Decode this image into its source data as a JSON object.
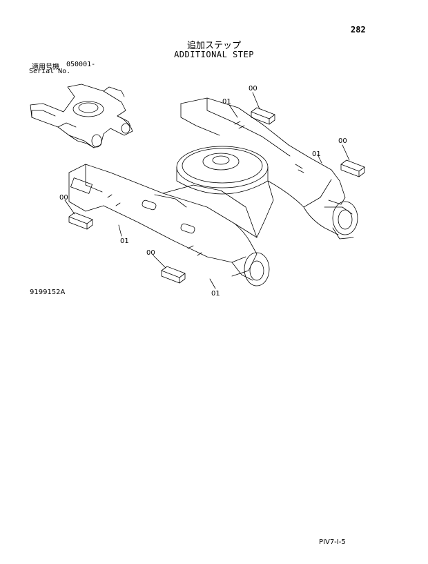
{
  "header": {
    "page_number": "282",
    "title_jp": "追加ステップ",
    "title_en": "ADDITIONAL STEP"
  },
  "serial": {
    "label_jp": "適用号機",
    "value": "050001-",
    "label_en": "Serial No."
  },
  "diagram": {
    "figure_id": "9199152A",
    "callouts": [
      "00",
      "01",
      "00",
      "01",
      "00",
      "01",
      "00",
      "01"
    ]
  },
  "footer": {
    "code": "PIV7-I-5"
  },
  "colors": {
    "ink": "#000000",
    "paper": "#ffffff"
  }
}
